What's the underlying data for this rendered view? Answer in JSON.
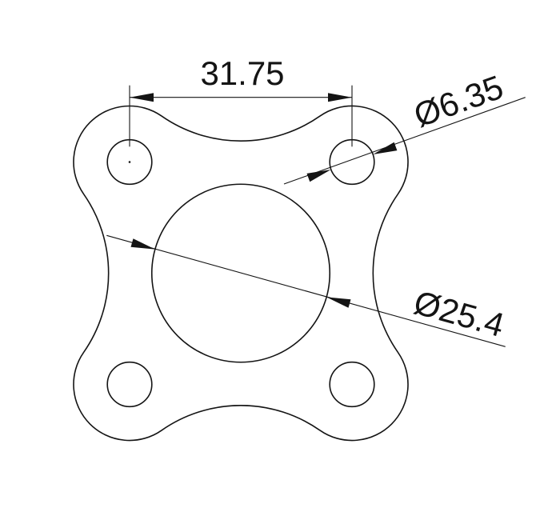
{
  "drawing": {
    "colors": {
      "line": "#141414",
      "background": "#ffffff"
    },
    "dimensions": {
      "hole_spacing": {
        "label": "31.75"
      },
      "hole_diameter": {
        "label": "Ø6.35"
      },
      "bore_diameter": {
        "label": "Ø25.4"
      }
    }
  }
}
